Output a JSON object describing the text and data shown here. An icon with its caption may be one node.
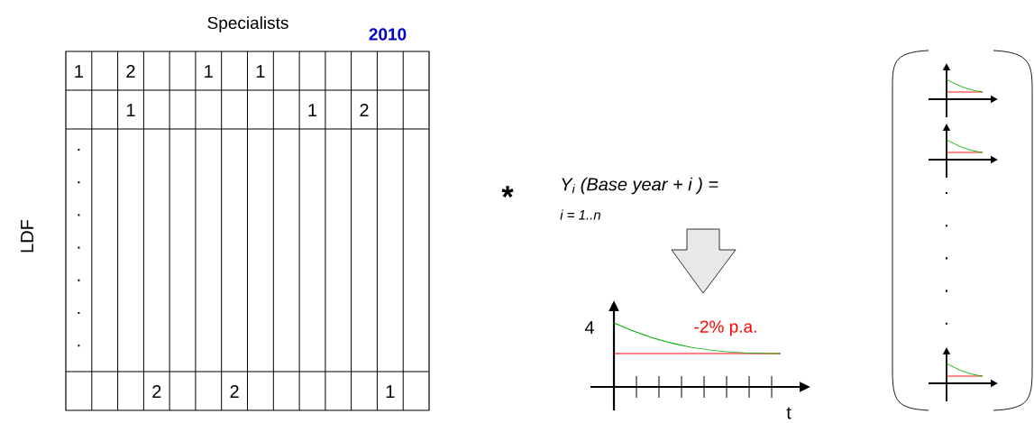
{
  "diagram": {
    "labels": [
      "Specialists",
      "2010",
      "LDF",
      "1",
      "2",
      "1",
      "1",
      "1",
      "1",
      "2",
      ".",
      ".",
      ".",
      ".",
      ".",
      ".",
      ".",
      "2",
      "2",
      "1",
      "*",
      "Y$_{i}$ (Base year + i ) =",
      "i = 1..n",
      "4",
      "-2% p.a.",
      "t",
      ".",
      ".",
      ".",
      ".",
      "."
    ]
  }
}
